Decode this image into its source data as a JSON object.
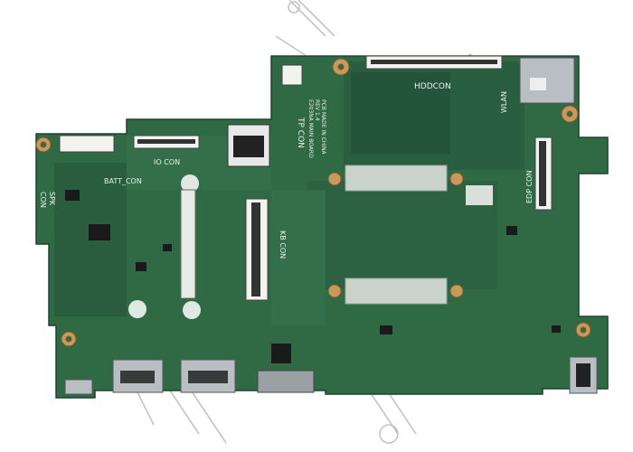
{
  "board": {
    "colors": {
      "pcb": "#2f6a45",
      "pcb_dark": "#1f4d33",
      "pcb_light": "#3c7a54",
      "chip_area": "#2a5e40",
      "heatsink_pad": "#c9d3cc",
      "copper": "#c79a5b",
      "metal": "#b9bec2",
      "connector": "#f2f2ee",
      "watermark": "#c4c4c4"
    },
    "labels": {
      "hddcon": "HDDCON",
      "wlan": "WLAN",
      "edp_con": "EDP CON",
      "tp_con": "TP CON",
      "io_con": "IO CON",
      "batt_con": "BATT_CON",
      "spk": "SPK",
      "con": "CON",
      "kb_con": "KB CON",
      "board_name": "E203NA MAIN BOARD",
      "rev": "REV 1.4",
      "made_in": "PCB MADE IN CHINA"
    },
    "watermark_icon": "store-logo-watermark"
  }
}
